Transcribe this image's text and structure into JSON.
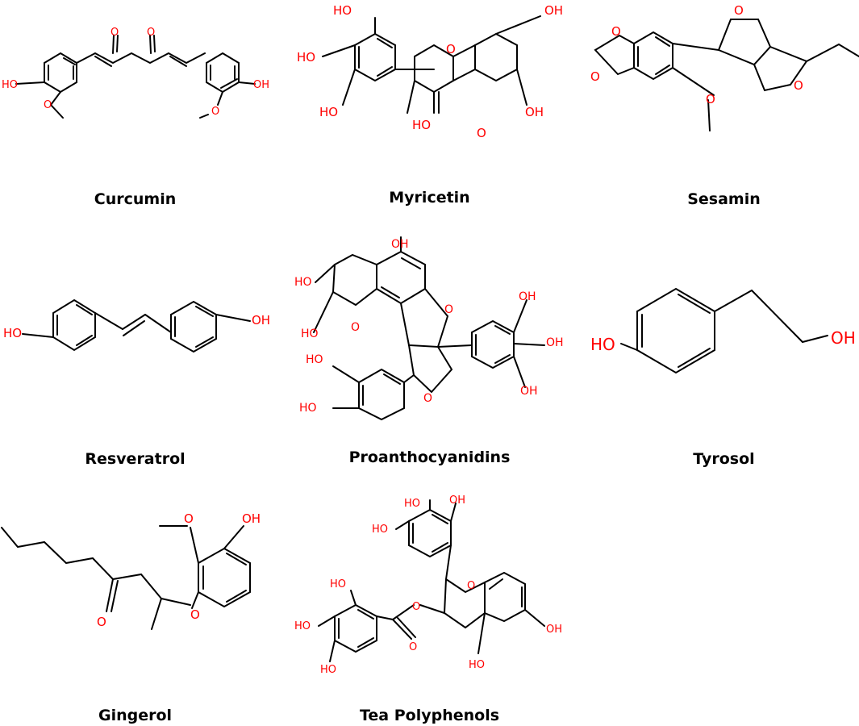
{
  "colors": {
    "bond": "#000000",
    "heteroatom": "#ff0000",
    "background": "#ffffff"
  },
  "compounds": [
    {
      "name": "Curcumin",
      "atoms": [
        "O",
        "O",
        "HO",
        "OH",
        "O",
        "O"
      ]
    },
    {
      "name": "Myricetin",
      "atoms": [
        "HO",
        "OH",
        "HO",
        "O",
        "HO",
        "HO",
        "OH",
        "O"
      ]
    },
    {
      "name": "Sesamin",
      "atoms": [
        "O",
        "O",
        "O",
        "O",
        "O"
      ]
    },
    {
      "name": "Resveratrol",
      "atoms": [
        "HO",
        "OH"
      ]
    },
    {
      "name": "Proanthocyanidins",
      "atoms": [
        "OH",
        "HO",
        "HO",
        "O",
        "O",
        "OH",
        "OH",
        "OH",
        "HO",
        "HO",
        "O"
      ]
    },
    {
      "name": "Tyrosol",
      "atoms": [
        "HO",
        "OH"
      ]
    },
    {
      "name": "Gingerol",
      "atoms": [
        "O",
        "OH",
        "O",
        "O"
      ]
    },
    {
      "name": "Tea Polyphenols",
      "atoms": [
        "HO",
        "OH",
        "HO",
        "O",
        "HO",
        "O",
        "HO",
        "O",
        "OH",
        "HO",
        "HO"
      ]
    }
  ]
}
